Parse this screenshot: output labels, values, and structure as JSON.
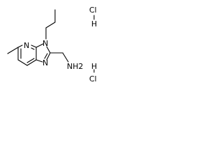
{
  "molecule": {
    "atoms": {
      "ring_n_left": "N",
      "ring_n_right": "N",
      "ring_n_bottom": "N",
      "amine": "NH2",
      "hcl_top_cl": "Cl",
      "hcl_top_h": "H",
      "hcl_bottom_h": "H",
      "hcl_bottom_cl": "Cl"
    }
  }
}
